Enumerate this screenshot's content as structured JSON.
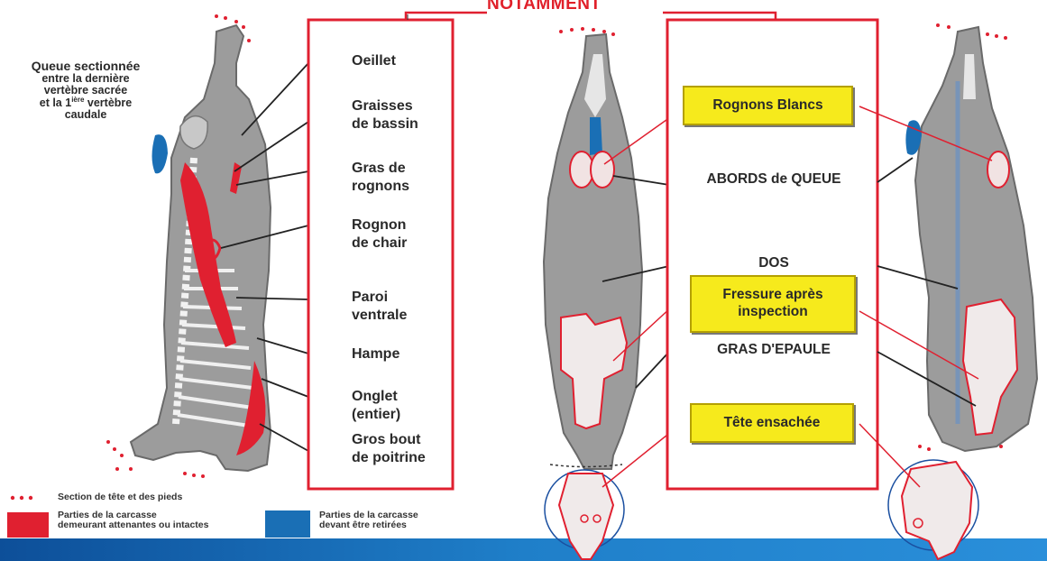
{
  "header": {
    "title": "NOTAMMENT"
  },
  "left_labels": [
    "Oeillet",
    "Graisses\nde bassin",
    "Gras de\nrognons",
    "Rognon\nde chair",
    "Paroi\nventrale",
    "Hampe",
    "Onglet\n(entier)",
    "Gros bout\nde poitrine"
  ],
  "tail_note": {
    "title": "Queue sectionnée",
    "line1": "entre la dernière",
    "line2": "vertèbre sacrée",
    "line3_pre": "et la 1",
    "line3_sup": "ière",
    "line3_post": " vertèbre",
    "line4": "caudale"
  },
  "right_labels": {
    "box1": "Rognons Blancs",
    "abords": "ABORDS de QUEUE",
    "dos": "DOS",
    "box2": "Fressure après\ninspection",
    "gras": "GRAS D'EPAULE",
    "box3": "Tête ensachée"
  },
  "legend": {
    "dots_label": "Section de tête et des pieds",
    "red_label": "Parties de la carcasse\ndemeurant attenantes ou intactes",
    "blue_label": "Parties de la carcasse\ndevant être retirées"
  },
  "colors": {
    "red": "#e02030",
    "blue": "#1a6fb5",
    "yellow": "#f6ea1c",
    "carcass": "#9c9c9c",
    "band": "#1f7fc9"
  }
}
